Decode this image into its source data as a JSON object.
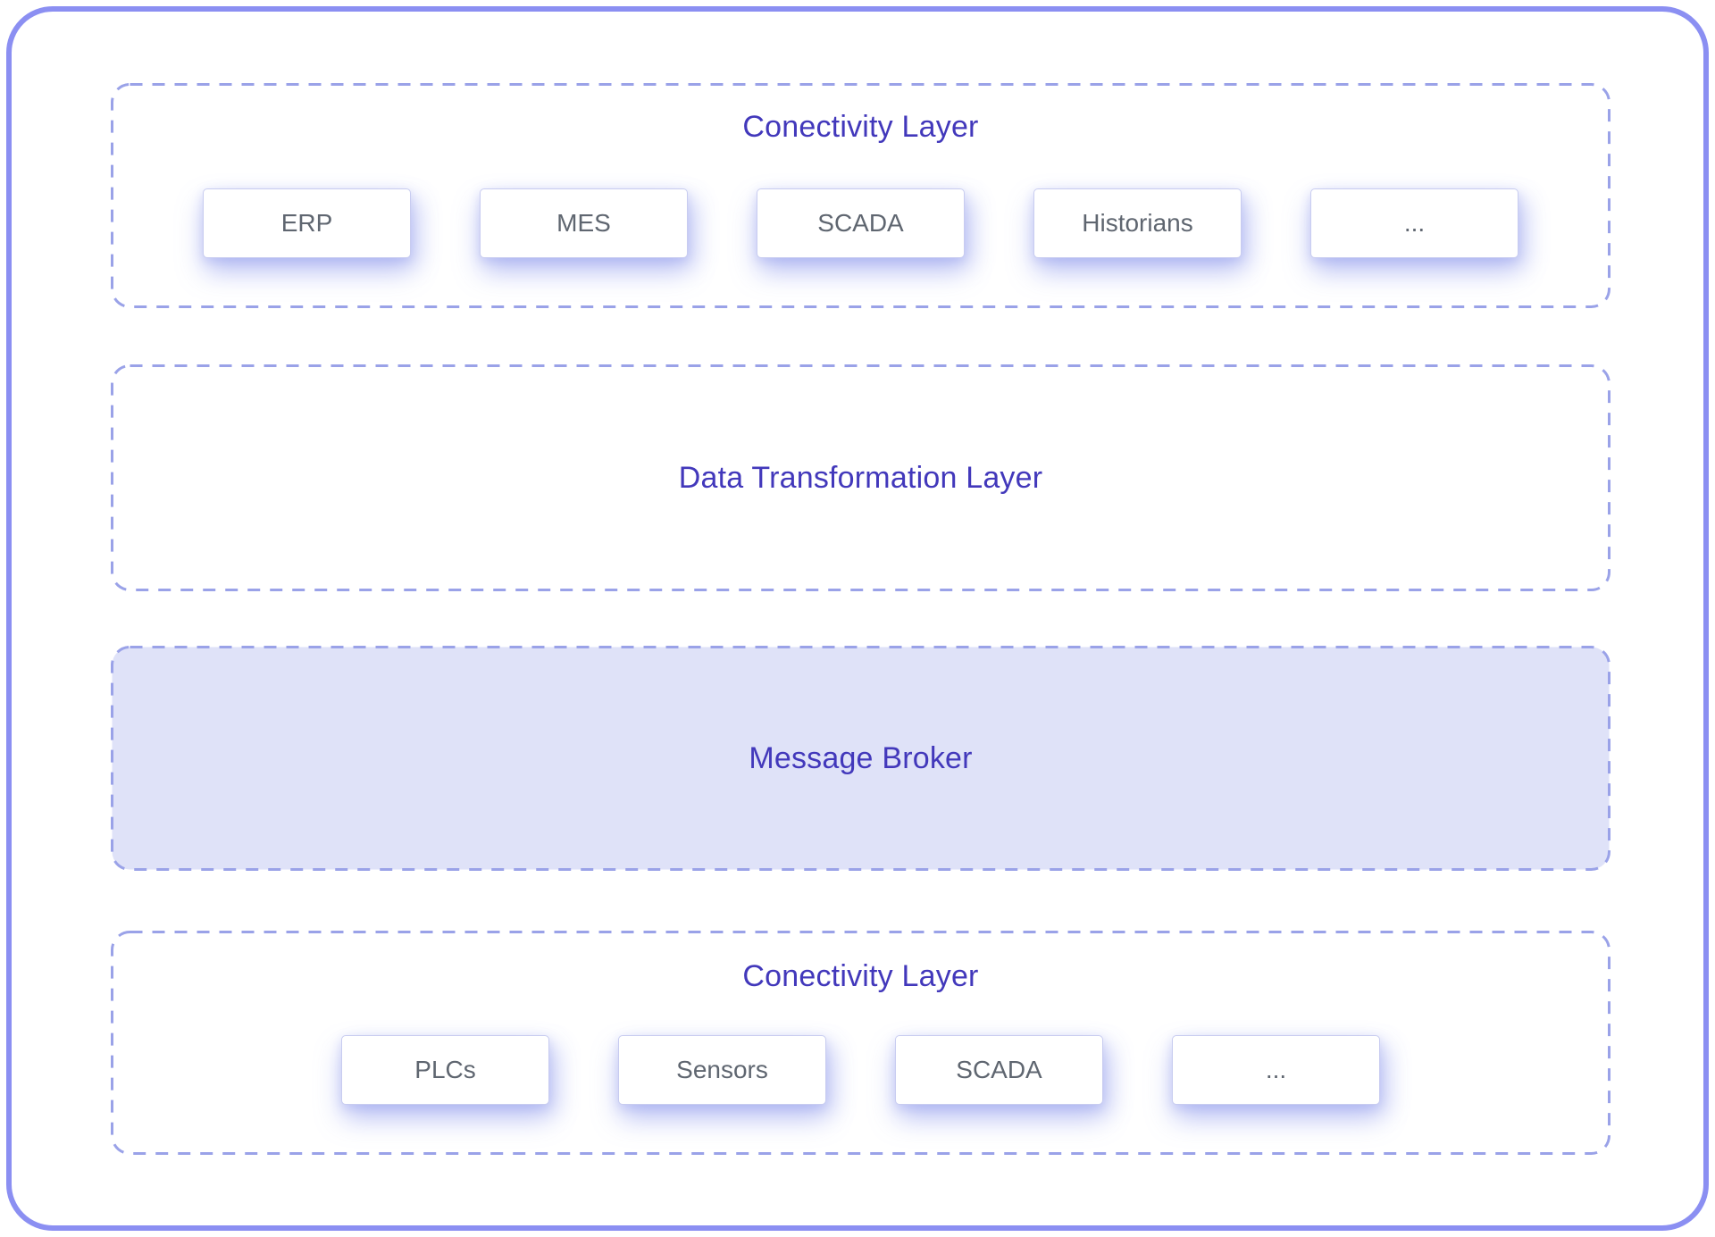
{
  "diagram": {
    "colors": {
      "frame_border": "#8b8ff2",
      "dashed_border": "#9aa2e8",
      "layer_title": "#4238bb",
      "node_border": "#c8ccf0",
      "node_text": "#5f6670",
      "node_glow": "#808ceb",
      "message_broker_fill": "#dfe2f8",
      "background": "#ffffff"
    },
    "layers": [
      {
        "id": "connectivity-top",
        "title": "Conectivity Layer",
        "filled": false,
        "nodes": [
          "ERP",
          "MES",
          "SCADA",
          "Historians",
          "..."
        ]
      },
      {
        "id": "data-transformation",
        "title": "Data Transformation Layer",
        "filled": false,
        "nodes": []
      },
      {
        "id": "message-broker",
        "title": "Message Broker",
        "filled": true,
        "nodes": []
      },
      {
        "id": "connectivity-bottom",
        "title": "Conectivity Layer",
        "filled": false,
        "nodes": [
          "PLCs",
          "Sensors",
          "SCADA",
          "..."
        ]
      }
    ]
  }
}
